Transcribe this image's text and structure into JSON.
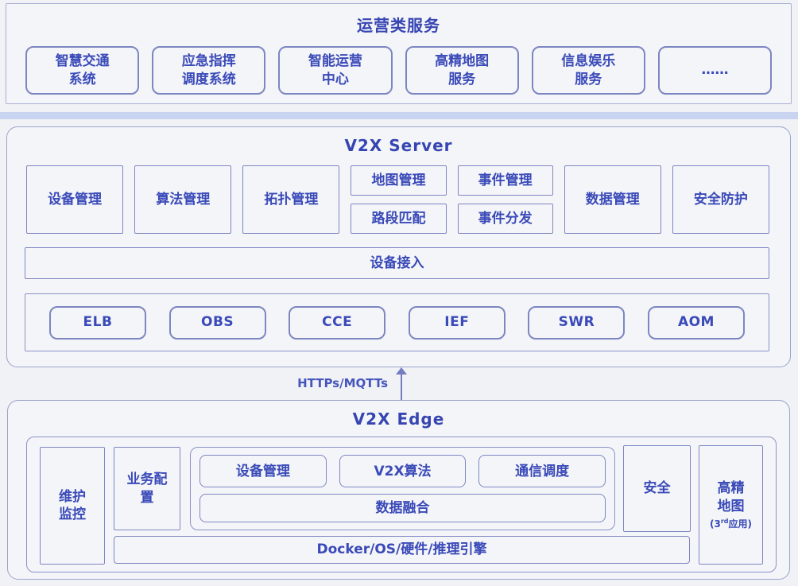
{
  "colors": {
    "background": "#f1f2f6",
    "section_fill": "#f4f5f9",
    "border": "#7d86c1",
    "outer_border": "#9ba3cc",
    "text_accent": "#3a4ab8",
    "title": "#3645b2",
    "divider": "#c9d4f0",
    "arrow": "#737dc2"
  },
  "operations": {
    "title": "运营类服务",
    "boxes": [
      "智慧交通\n系统",
      "应急指挥\n调度系统",
      "智能运营\n中心",
      "高精地图\n服务",
      "信息娱乐\n服务",
      "……"
    ]
  },
  "server": {
    "title": "V2X Server",
    "row1": [
      "设备管理",
      "算法管理",
      "拓扑管理"
    ],
    "stacked_map": [
      "地图管理",
      "路段匹配"
    ],
    "stacked_event": [
      "事件管理",
      "事件分发"
    ],
    "row1_end": [
      "数据管理",
      "安全防护"
    ],
    "access_bar": "设备接入",
    "paas": [
      "ELB",
      "OBS",
      "CCE",
      "IEF",
      "SWR",
      "AOM"
    ]
  },
  "connector": {
    "label": "HTTPs/MQTTs"
  },
  "edge": {
    "title": "V2X Edge",
    "maintenance": "维护\n监控",
    "biz_config": "业务配置",
    "group": [
      "设备管理",
      "V2X算法",
      "通信调度"
    ],
    "fusion": "数据融合",
    "security": "安全",
    "map": {
      "main": "高精\n地图",
      "sub_prefix": "(3",
      "sub_sup": "rd",
      "sub_suffix": "应用)"
    },
    "platform": "Docker/OS/硬件/推理引擎"
  }
}
